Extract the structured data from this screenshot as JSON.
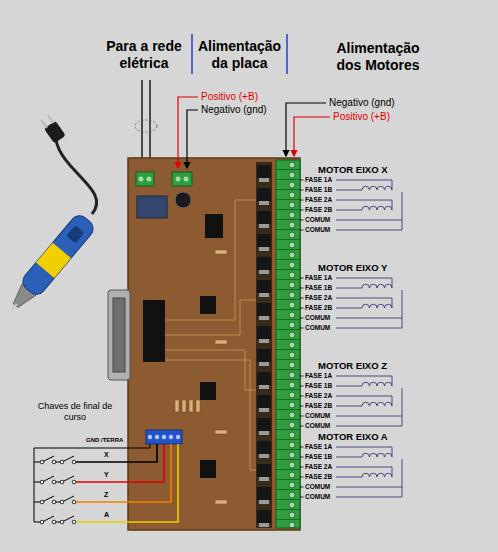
{
  "diagram": {
    "labels": [
      "Para a rede elétrica",
      "Alimentação da placa",
      "Alimentação dos Motores",
      "Positivo (+B)",
      "Negativo (gnd)",
      "Negativo (gnd)",
      "Positivo (+B)",
      "MOTOR EIXO X",
      "FASE 1A",
      "FASE 1B",
      "FASE 2A",
      "FASE 2B",
      "COMUM",
      "COMUM",
      "MOTOR EIXO Y",
      "FASE 1A",
      "FASE 1B",
      "FASE 2A",
      "FASE 2B",
      "COMUM",
      "COMUM",
      "MOTOR EIXO Z",
      "FASE 1A",
      "FASE 1B",
      "FASE 2A",
      "FASE 2B",
      "COMUM",
      "COMUM",
      "MOTOR EIXO A",
      "FASE 1A",
      "FASE 1B",
      "FASE 2A",
      "FASE 2B",
      "COMUM",
      "COMUM",
      "Chaves de final de curso",
      "GND /TERRA",
      "X",
      "Y",
      "Z",
      "A"
    ]
  }
}
